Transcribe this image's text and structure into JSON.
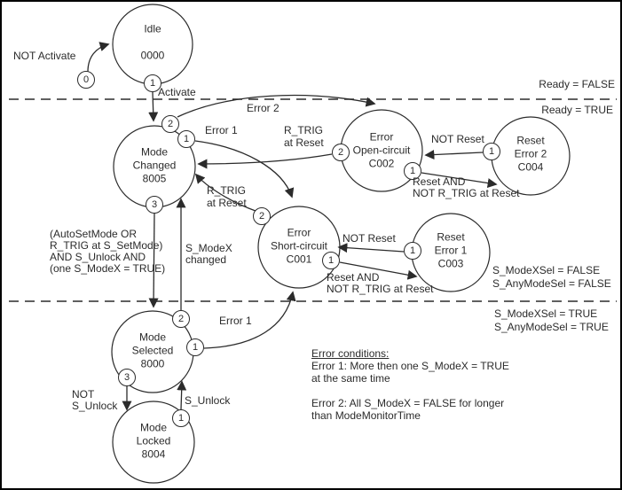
{
  "colors": {
    "ink": "#2b2b2b",
    "background": "#ffffff",
    "border": "#000000"
  },
  "states": {
    "idle": {
      "lines": [
        "Idle",
        "",
        "0000"
      ]
    },
    "mode_changed": {
      "lines": [
        "Mode",
        "Changed",
        "8005"
      ]
    },
    "error_open_circuit": {
      "lines": [
        "Error",
        "Open-circuit",
        "C002"
      ]
    },
    "reset_error_2": {
      "lines": [
        "Reset",
        "Error 2",
        "C004"
      ]
    },
    "error_short_circuit": {
      "lines": [
        "Error",
        "Short-circuit",
        "C001"
      ]
    },
    "reset_error_1": {
      "lines": [
        "Reset",
        "Error 1",
        "C003"
      ]
    },
    "mode_selected": {
      "lines": [
        "Mode",
        "Selected",
        "8000"
      ]
    },
    "mode_locked": {
      "lines": [
        "Mode",
        "Locked",
        "8004"
      ]
    }
  },
  "exit_points": {
    "start": "0",
    "idle_1": "1",
    "mode_changed_2": "2",
    "mode_changed_1": "1",
    "mode_changed_3": "3",
    "error_open_2": "2",
    "error_open_1": "1",
    "reset_error2_1": "1",
    "error_short_2": "2",
    "error_short_1": "1",
    "reset_error1_1": "1",
    "mode_selected_2": "2",
    "mode_selected_1": "1",
    "mode_selected_3": "3",
    "mode_locked_1": "1"
  },
  "labels": {
    "not_activate": "NOT Activate",
    "activate": "Activate",
    "error_2_top": "Error 2",
    "error_1_top": "Error 1",
    "rtrig_upper": {
      "lines": [
        "R_TRIG",
        "at Reset"
      ]
    },
    "rtrig_lower": {
      "lines": [
        "R_TRIG",
        "at Reset"
      ]
    },
    "not_reset_top": "NOT Reset",
    "reset_and_top": {
      "lines": [
        "Reset AND",
        "NOT R_TRIG at Reset"
      ]
    },
    "not_reset_bottom": "NOT Reset",
    "reset_and_bottom": {
      "lines": [
        "Reset AND",
        "NOT R_TRIG at Reset"
      ]
    },
    "auto_set_mode": {
      "lines": [
        "(AutoSetMode OR",
        "R_TRIG at S_SetMode)",
        "AND S_Unlock AND",
        "(one S_ModeX = TRUE)"
      ]
    },
    "s_modex_changed": {
      "lines": [
        "S_ModeX",
        "changed"
      ]
    },
    "error_1_bottom": "Error 1",
    "not_s_unlock": {
      "lines": [
        "NOT",
        "S_Unlock"
      ]
    },
    "s_unlock": "S_Unlock",
    "ready_false": "Ready = FALSE",
    "ready_true": "Ready = TRUE",
    "outputs_false": {
      "lines": [
        "S_ModeXSel = FALSE",
        "S_AnyModeSel = FALSE"
      ]
    },
    "outputs_true": {
      "lines": [
        "S_ModeXSel = TRUE",
        "S_AnyModeSel = TRUE"
      ]
    },
    "error_conditions": {
      "title": "Error conditions:",
      "lines": [
        "Error 1: More then one S_ModeX = TRUE",
        "at the same time",
        "",
        "Error 2: All S_ModeX = FALSE for longer",
        "than ModeMonitorTime"
      ]
    }
  }
}
